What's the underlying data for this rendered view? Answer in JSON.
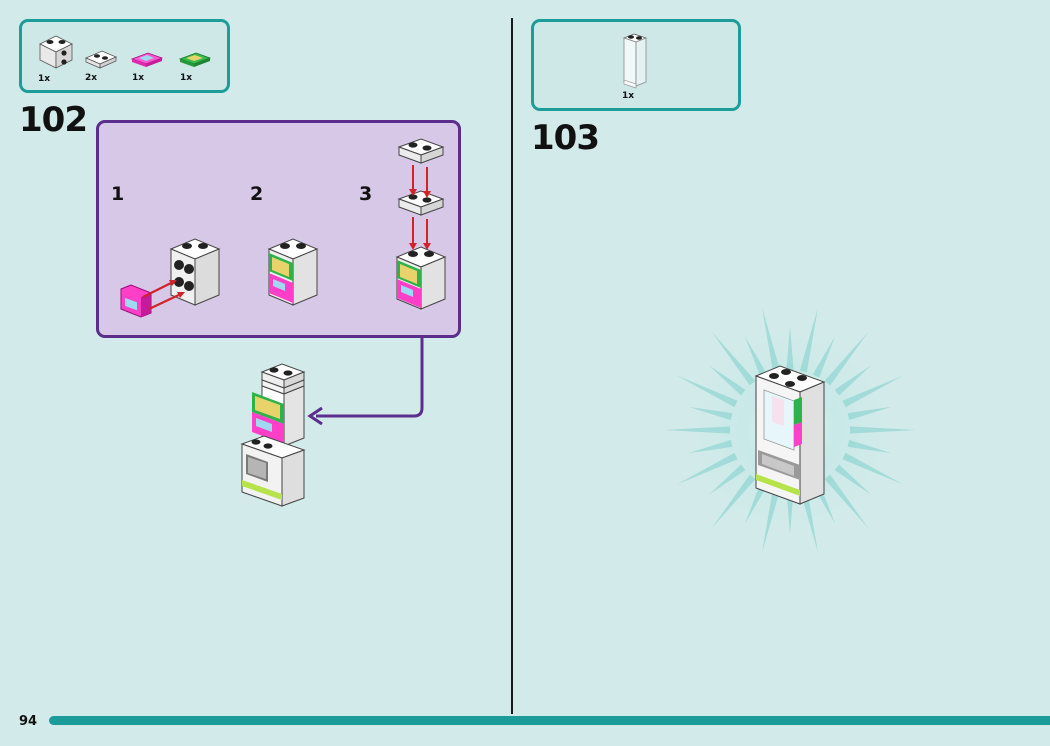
{
  "page_number": "94",
  "steps": [
    {
      "number": "102",
      "parts": [
        {
          "name": "white-2x2-brick",
          "qty": "1x"
        },
        {
          "name": "white-1x2-plate",
          "qty": "2x"
        },
        {
          "name": "pink-printed-tile",
          "qty": "1x"
        },
        {
          "name": "green-printed-tile",
          "qty": "1x"
        }
      ],
      "substeps": [
        "1",
        "2",
        "3"
      ]
    },
    {
      "number": "103",
      "parts": [
        {
          "name": "transparent-panel",
          "qty": "1x"
        }
      ]
    }
  ],
  "colors": {
    "background": "#d3eaea",
    "accent_teal": "#1b9c9a",
    "substep_purple": "#5b2d8c",
    "arrow_red": "#d2232a",
    "green_tile": "#2fb24c",
    "pink_tile": "#ff3fc8"
  }
}
